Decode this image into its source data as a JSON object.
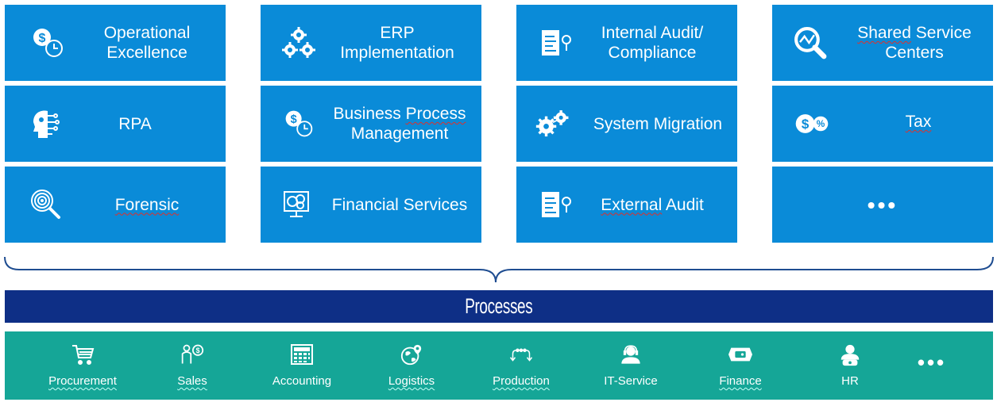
{
  "tiles": [
    {
      "label": "Operational\nExcellence",
      "icon": "dollar-clock-icon"
    },
    {
      "label": "ERP\nImplementation",
      "icon": "gears-icon"
    },
    {
      "label": "Internal Audit/\nCompliance",
      "icon": "document-lightbulb-icon"
    },
    {
      "label": "Shared Service\nCenters",
      "icon": "magnifier-trend-icon"
    },
    {
      "label": "RPA",
      "icon": "robot-head-icon"
    },
    {
      "label": "Business Process\nManagement",
      "icon": "dollar-clock-icon"
    },
    {
      "label": "System Migration",
      "icon": "gear-network-icon"
    },
    {
      "label": "Tax",
      "icon": "dollar-percent-icon"
    },
    {
      "label": "Forensic",
      "icon": "fingerprint-magnifier-icon"
    },
    {
      "label": "Financial Services",
      "icon": "monitor-coins-icon"
    },
    {
      "label": "External Audit",
      "icon": "document-lightbulb-icon"
    },
    {
      "label": "•••",
      "icon": ""
    }
  ],
  "band": {
    "title": "Processes"
  },
  "processes": [
    {
      "label": "Procurement",
      "icon": "cart-icon"
    },
    {
      "label": "Sales",
      "icon": "salesperson-dollar-icon"
    },
    {
      "label": "Accounting",
      "icon": "calculator-icon"
    },
    {
      "label": "Logistics",
      "icon": "globe-pin-icon"
    },
    {
      "label": "Production",
      "icon": "flow-arrows-icon"
    },
    {
      "label": "IT-Service",
      "icon": "headset-support-icon"
    },
    {
      "label": "Finance",
      "icon": "wallet-icon"
    },
    {
      "label": "HR",
      "icon": "person-phone-icon"
    },
    {
      "label": "•••",
      "icon": ""
    }
  ],
  "colors": {
    "tile": "#0a8bd8",
    "band": "#0e2f86",
    "processes_bg": "#15a697",
    "brace": "#1f4d91"
  }
}
